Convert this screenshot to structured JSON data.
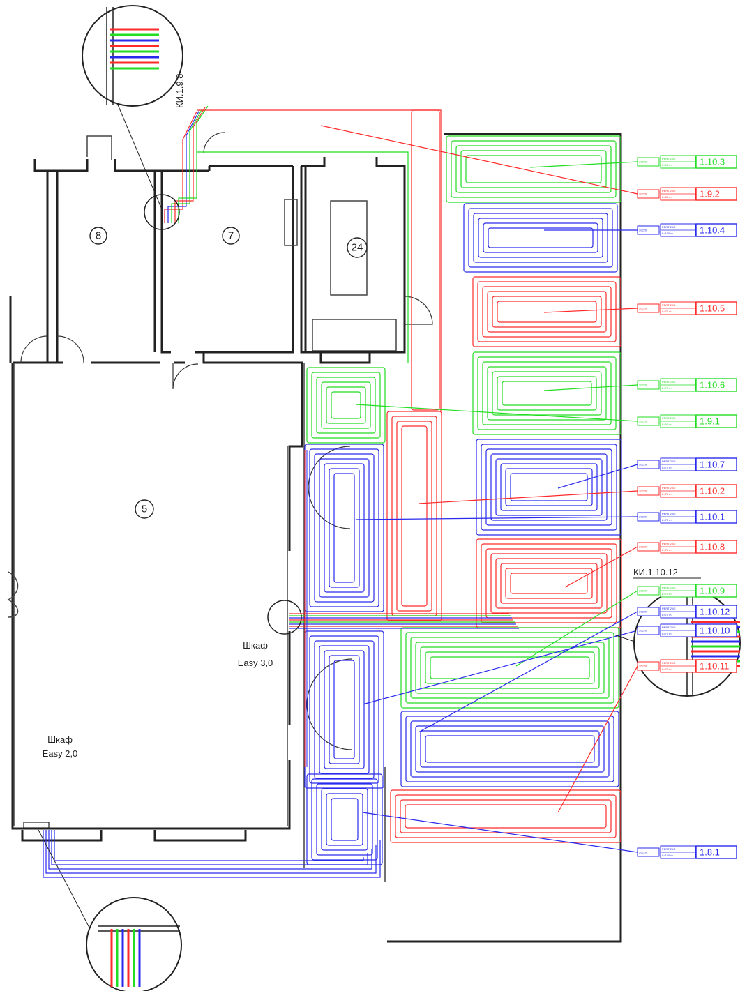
{
  "colors": {
    "red": "#ff2a2a",
    "green": "#22dd22",
    "blue": "#2a2aee",
    "wall": "#222222"
  },
  "rooms": [
    {
      "id": "room-8",
      "label": "8"
    },
    {
      "id": "room-7",
      "label": "7"
    },
    {
      "id": "room-24",
      "label": "24"
    },
    {
      "id": "room-5",
      "label": "5"
    }
  ],
  "cabinets": [
    {
      "id": "cabinet-easy-3",
      "line1": "Шкаф",
      "line2": "Easy 3,0"
    },
    {
      "id": "cabinet-easy-2",
      "line1": "Шкаф",
      "line2": "Easy 2,0"
    }
  ],
  "manifold_labels": {
    "top": "КИ.1.9.8",
    "middle": "КИ.1.10.12"
  },
  "circuits": [
    {
      "id": "1.10.3",
      "color": "green",
      "small": "20220",
      "spec_top": "PERT 20/2",
      "spec_bottom": "L=55 m"
    },
    {
      "id": "1.9.2",
      "color": "red",
      "small": "20220",
      "spec_top": "PERT 20/2",
      "spec_bottom": "L=80 m"
    },
    {
      "id": "1.10.4",
      "color": "blue",
      "small": "20220",
      "spec_top": "PERT 20/2",
      "spec_bottom": "L=100 m"
    },
    {
      "id": "1.10.5",
      "color": "red",
      "small": "20220",
      "spec_top": "PERT 20/2",
      "spec_bottom": "L=70 m"
    },
    {
      "id": "1.10.6",
      "color": "green",
      "small": "20220",
      "spec_top": "PERT 20/2",
      "spec_bottom": "L=70 m"
    },
    {
      "id": "1.9.1",
      "color": "green",
      "small": "20220",
      "spec_top": "PERT 20/2",
      "spec_bottom": "L=90 m"
    },
    {
      "id": "1.10.7",
      "color": "blue",
      "small": "20220",
      "spec_top": "PERT 20/2",
      "spec_bottom": "L=70 m"
    },
    {
      "id": "1.10.2",
      "color": "red",
      "small": "20220",
      "spec_top": "PERT 20/2",
      "spec_bottom": "L=70 m"
    },
    {
      "id": "1.10.1",
      "color": "blue",
      "small": "20220",
      "spec_top": "PERT 20/2",
      "spec_bottom": "L=70 m"
    },
    {
      "id": "1.10.8",
      "color": "red",
      "small": "20220",
      "spec_top": "PERT 20/2",
      "spec_bottom": "L=70 m"
    },
    {
      "id": "1.10.9",
      "color": "green",
      "small": "20220",
      "spec_top": "PERT 20/2",
      "spec_bottom": "L=70 m"
    },
    {
      "id": "1.10.12",
      "color": "blue",
      "small": "20220",
      "spec_top": "PERT 20/2",
      "spec_bottom": "L=70 m"
    },
    {
      "id": "1.10.10",
      "color": "blue",
      "small": "20220",
      "spec_top": "PERT 20/2",
      "spec_bottom": "L=70 m"
    },
    {
      "id": "1.10.11",
      "color": "red",
      "small": "20220",
      "spec_top": "PERT 20/2",
      "spec_bottom": "L=70 m"
    },
    {
      "id": "1.8.1",
      "color": "blue",
      "small": "20220",
      "spec_top": "PERT 20/2",
      "spec_bottom": "L=100 m"
    }
  ]
}
